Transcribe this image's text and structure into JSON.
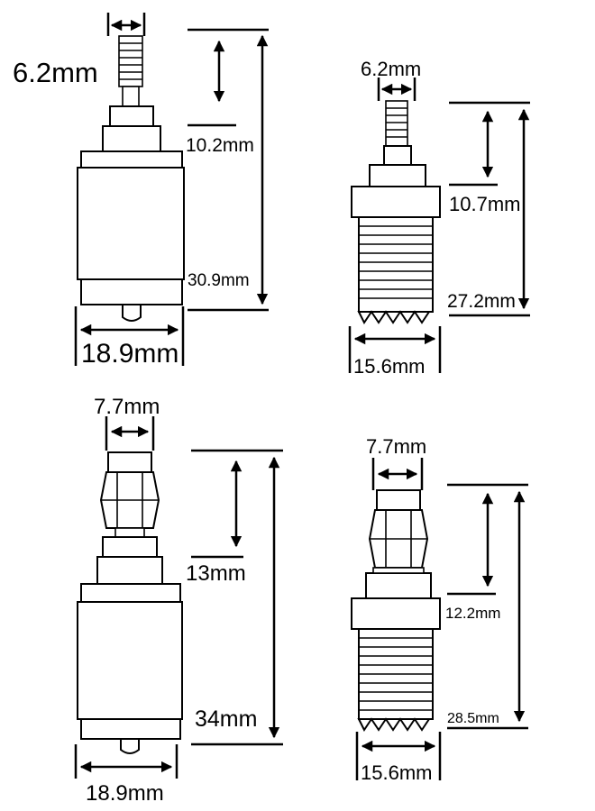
{
  "connectors": [
    {
      "id": "top-left",
      "labels": {
        "tip_width": "6.2mm",
        "tip_height": "10.2mm",
        "total_height": "30.9mm",
        "body_width": "18.9mm"
      }
    },
    {
      "id": "top-right",
      "labels": {
        "tip_width": "6.2mm",
        "tip_height": "10.7mm",
        "total_height": "27.2mm",
        "body_width": "15.6mm"
      }
    },
    {
      "id": "bottom-left",
      "labels": {
        "tip_width": "7.7mm",
        "tip_height": "13mm",
        "total_height": "34mm",
        "body_width": "18.9mm"
      }
    },
    {
      "id": "bottom-right",
      "labels": {
        "tip_width": "7.7mm",
        "tip_height": "12.2mm",
        "total_height": "28.5mm",
        "body_width": "15.6mm"
      }
    }
  ]
}
